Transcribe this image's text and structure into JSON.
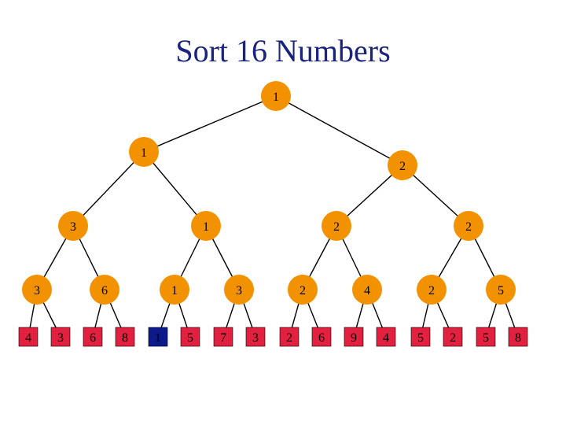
{
  "title": "Sort 16 Numbers",
  "colors": {
    "title": "#1a237e",
    "internal_node": "#f39200",
    "leaf_node": "#e2203f",
    "highlight_leaf": "#0d1a8c",
    "edge": "#000000"
  },
  "tree": {
    "levels": [
      [
        "1"
      ],
      [
        "1",
        "2"
      ],
      [
        "3",
        "1",
        "2",
        "2"
      ],
      [
        "3",
        "6",
        "1",
        "3",
        "2",
        "4",
        "2",
        "5"
      ]
    ],
    "leaves": [
      "4",
      "3",
      "6",
      "8",
      "1",
      "5",
      "7",
      "3",
      "2",
      "6",
      "9",
      "4",
      "5",
      "2",
      "5",
      "8"
    ],
    "highlighted_leaf_index": 4
  }
}
